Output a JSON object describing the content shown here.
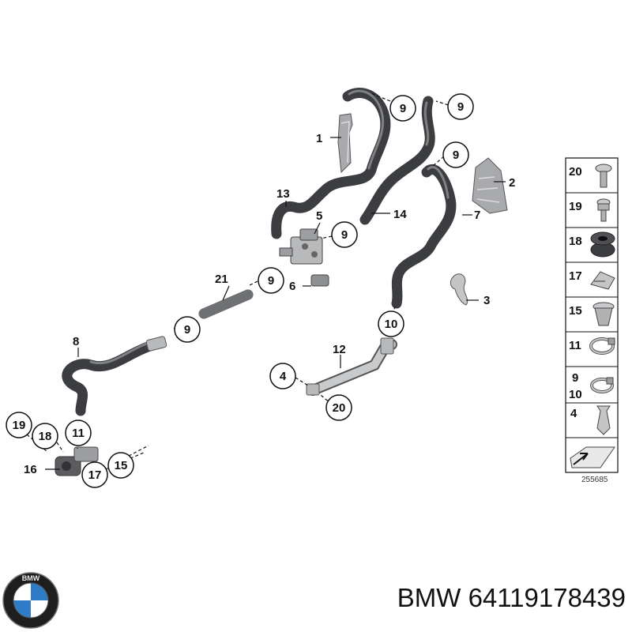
{
  "diagram": {
    "parts_shown": [
      {
        "kind": "hose",
        "number": "13"
      },
      {
        "kind": "hose",
        "number": "14"
      },
      {
        "kind": "hose",
        "number": "7"
      },
      {
        "kind": "hose",
        "number": "21"
      },
      {
        "kind": "hose",
        "number": "8"
      },
      {
        "kind": "bracket",
        "number": "1"
      },
      {
        "kind": "bracket",
        "number": "2"
      },
      {
        "kind": "clip",
        "number": "3"
      },
      {
        "kind": "valve",
        "number": "5"
      },
      {
        "kind": "plug",
        "number": "6"
      },
      {
        "kind": "pipe",
        "number": "12"
      },
      {
        "kind": "pump",
        "number": "16"
      }
    ],
    "plain_labels": [
      "1",
      "13",
      "5",
      "6",
      "21",
      "8",
      "16",
      "2",
      "14",
      "7",
      "3",
      "12"
    ],
    "callouts": [
      "9",
      "9",
      "9",
      "9",
      "9",
      "9",
      "10",
      "4",
      "20",
      "19",
      "18",
      "11",
      "17",
      "15"
    ],
    "colors": {
      "hose": "#3c3d40",
      "hose_highlight": "#7e8084",
      "metal": "#b8b9bb",
      "line": "#111111"
    }
  },
  "legend": {
    "items": [
      {
        "labels": [
          "20"
        ],
        "icon": "torx-bolt-icon"
      },
      {
        "labels": [
          "19"
        ],
        "icon": "stud-bolt-icon"
      },
      {
        "labels": [
          "18"
        ],
        "icon": "rubber-grommet-icon"
      },
      {
        "labels": [
          "17"
        ],
        "icon": "spring-clip-icon"
      },
      {
        "labels": [
          "15"
        ],
        "icon": "expanding-nut-icon"
      },
      {
        "labels": [
          "11"
        ],
        "icon": "hose-clamp-icon"
      },
      {
        "labels": [
          "9",
          "10"
        ],
        "icon": "hose-clamp-icon"
      },
      {
        "labels": [
          "4"
        ],
        "icon": "expanding-rivet-icon"
      },
      {
        "labels": [],
        "icon": "arrow-sheet-icon"
      }
    ],
    "ref_number": "255685"
  },
  "brand": {
    "logo": "bmw-roundel-logo",
    "logo_letters": "BMW",
    "text": "BMW 64119178439"
  }
}
